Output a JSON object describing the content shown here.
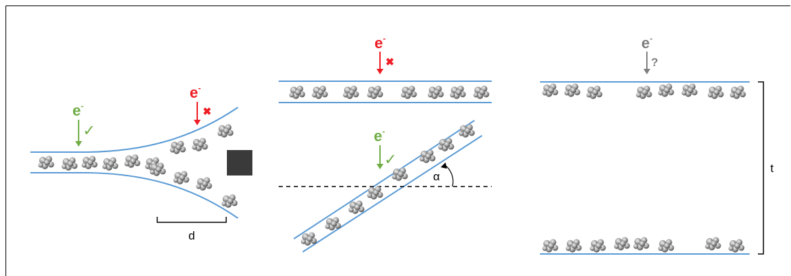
{
  "colors": {
    "green": "#70ad47",
    "red": "#ee1c24",
    "gray": "#7f7f7f",
    "blue": "#5b9bd5",
    "black": "#000000",
    "dark_square": "#3a3a3a",
    "protein": "#9a9a9a"
  },
  "panel1": {
    "electron_good": "e",
    "electron_good_sup": "-",
    "check_mark": "✓",
    "electron_bad": "e",
    "electron_bad_sup": "-",
    "cross_mark": "✖",
    "distance_label": "d"
  },
  "panel2": {
    "electron_bad": "e",
    "electron_bad_sup": "-",
    "cross_mark": "✖",
    "electron_good": "e",
    "electron_good_sup": "-",
    "check_mark": "✓",
    "angle_label": "α"
  },
  "panel3": {
    "electron_unknown": "e",
    "electron_unknown_sup": "-",
    "question_mark": "?",
    "thickness_label": "t"
  }
}
